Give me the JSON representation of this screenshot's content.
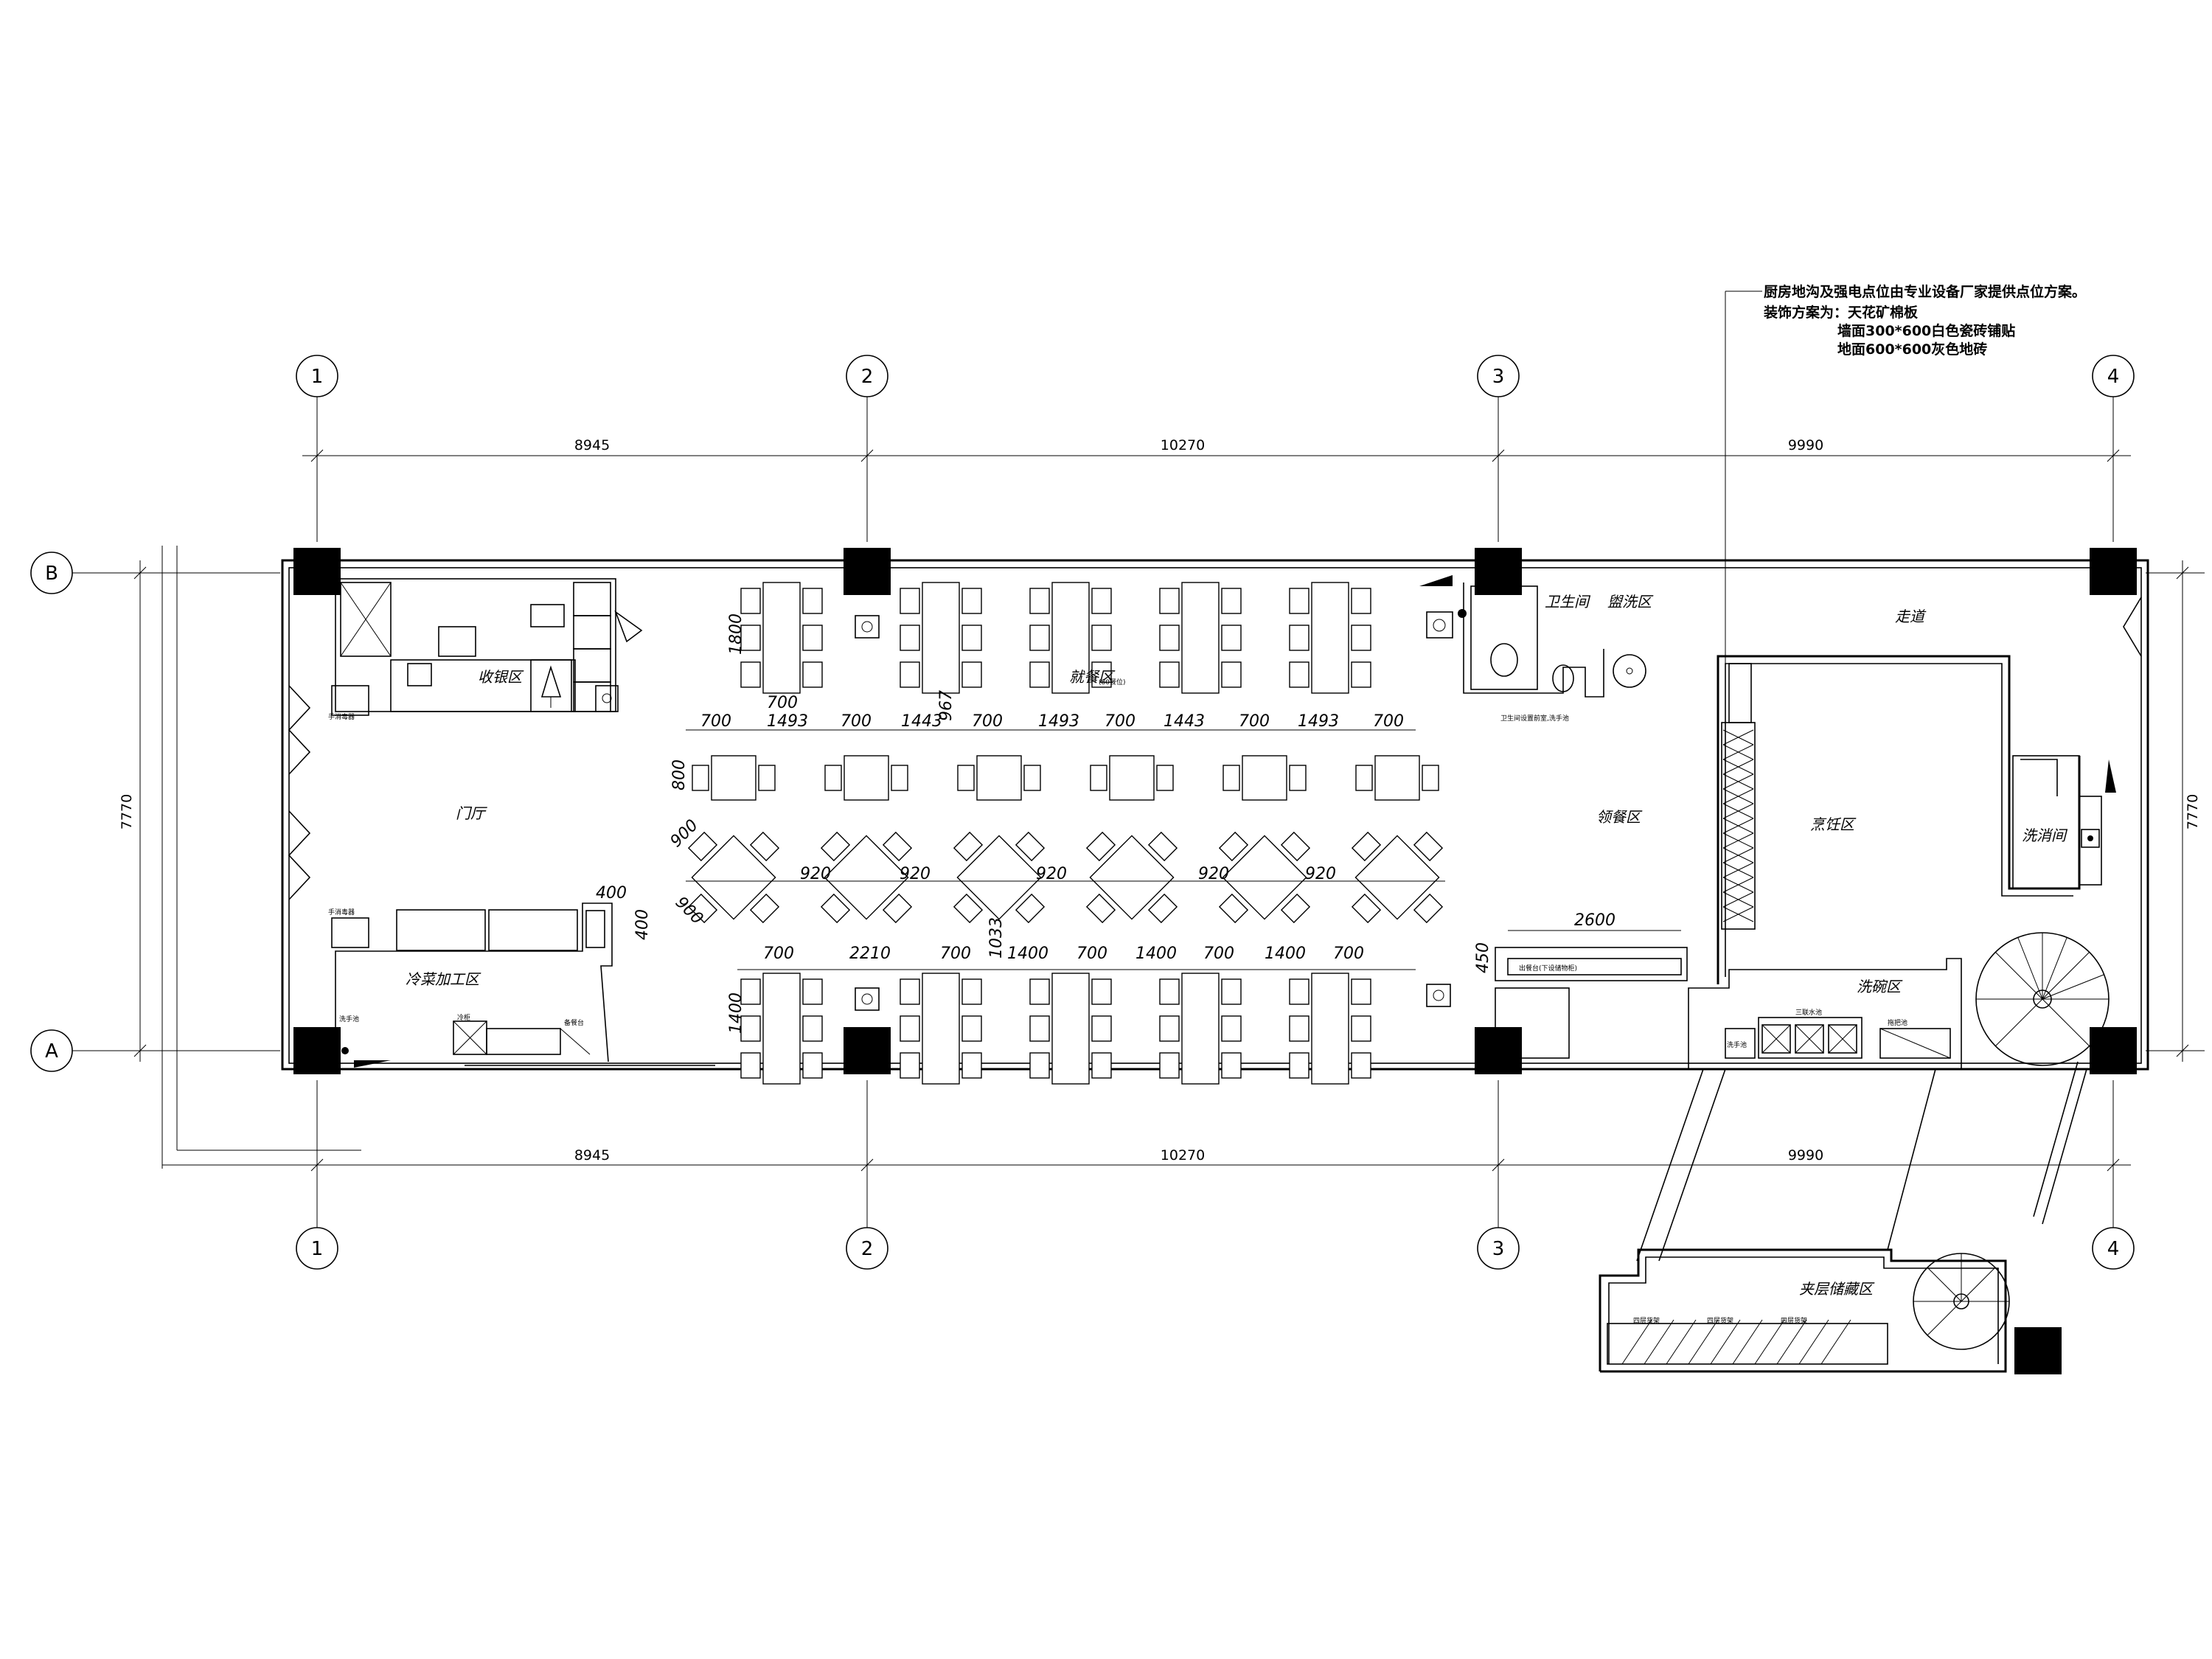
{
  "notes": [
    "厨房地沟及强电点位由专业设备厂家提供点位方案。",
    "装饰方案为：天花矿棉板",
    "墙面300*600白色瓷砖铺贴",
    "地面600*600灰色地砖"
  ],
  "grid": {
    "columns": [
      "1",
      "2",
      "3",
      "4"
    ],
    "rows": [
      "B",
      "A"
    ]
  },
  "dims": {
    "top": [
      "8945",
      "10270",
      "9990"
    ],
    "bottom": [
      "8945",
      "10270",
      "9990"
    ],
    "left": "7770",
    "right": "7770"
  },
  "rooms": {
    "cashier": "收银区",
    "lobby": "门厅",
    "dining": "就餐区",
    "dining_sub": "(80餐位)",
    "cold_prep": "冷菜加工区",
    "restroom": "卫生间",
    "toilet_wash": "盥洗区",
    "corridor": "走道",
    "pickup": "领餐区",
    "cooking": "烹饪区",
    "washing": "洗碗区",
    "disinfect": "洗消间",
    "storage": "夹层储藏区"
  },
  "interior_dims": {
    "row1": [
      "700",
      "1493",
      "700",
      "1443",
      "700",
      "1493",
      "700",
      "1443",
      "700",
      "1493",
      "700"
    ],
    "row_vertical": [
      "1800",
      "967",
      "800",
      "900",
      "900",
      "400",
      "400",
      "1033",
      "1400",
      "450"
    ],
    "row2": [
      "920",
      "920",
      "920",
      "920",
      "920"
    ],
    "row3": [
      "700",
      "2210",
      "700",
      "1400",
      "700",
      "1400",
      "700",
      "1400",
      "700"
    ],
    "top_700": "700",
    "counter": "2600"
  },
  "labels": {
    "small_a": "手消毒器",
    "small_b": "手消毒器",
    "small_c": "洗手池",
    "small_d": "冷柜",
    "small_e": "洗手池",
    "small_f": "备餐台",
    "storage_shelf": "四层货架",
    "counter_label": "出餐台(下设储物柜)",
    "restroom_note": "卫生间设置前室,洗手池",
    "triple_sink": "三联水池",
    "mop_pool": "拖把池"
  },
  "colors": {
    "line": "#000000",
    "background": "#ffffff"
  }
}
